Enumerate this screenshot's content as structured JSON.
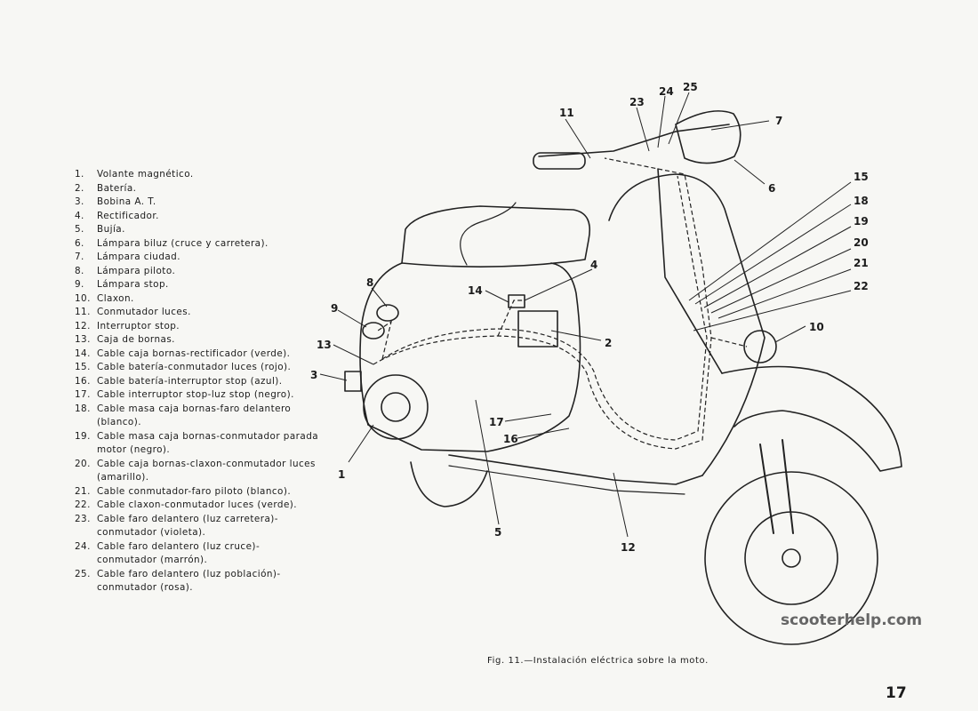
{
  "legend": [
    {
      "num": "1.",
      "text": "Volante magnético."
    },
    {
      "num": "2.",
      "text": "Batería."
    },
    {
      "num": "3.",
      "text": "Bobina A. T."
    },
    {
      "num": "4.",
      "text": "Rectificador."
    },
    {
      "num": "5.",
      "text": "Bujía."
    },
    {
      "num": "6.",
      "text": "Lámpara biluz (cruce y carretera)."
    },
    {
      "num": "7.",
      "text": "Lámpara ciudad."
    },
    {
      "num": "8.",
      "text": "Lámpara piloto."
    },
    {
      "num": "9.",
      "text": "Lámpara stop."
    },
    {
      "num": "10.",
      "text": "Claxon."
    },
    {
      "num": "11.",
      "text": "Conmutador luces."
    },
    {
      "num": "12.",
      "text": "Interruptor stop."
    },
    {
      "num": "13.",
      "text": "Caja de bornas."
    },
    {
      "num": "14.",
      "text": "Cable caja bornas-rectificador (verde)."
    },
    {
      "num": "15.",
      "text": "Cable batería-conmutador luces (rojo)."
    },
    {
      "num": "16.",
      "text": "Cable batería-interruptor stop (azul)."
    },
    {
      "num": "17.",
      "text": "Cable interruptor stop-luz stop (negro)."
    },
    {
      "num": "18.",
      "text": "Cable masa caja bornas-faro delantero (blanco)."
    },
    {
      "num": "19.",
      "text": "Cable masa caja bornas-conmutador parada motor (negro)."
    },
    {
      "num": "20.",
      "text": "Cable caja bornas-claxon-conmutador luces (amarillo)."
    },
    {
      "num": "21.",
      "text": "Cable conmutador-faro piloto (blanco)."
    },
    {
      "num": "22.",
      "text": "Cable claxon-conmutador luces (verde)."
    },
    {
      "num": "23.",
      "text": "Cable faro delantero (luz carretera)-conmutador (violeta)."
    },
    {
      "num": "24.",
      "text": "Cable faro delantero (luz cruce)-conmutador (marrón)."
    },
    {
      "num": "25.",
      "text": "Cable faro delantero (luz población)-conmutador (rosa)."
    }
  ],
  "callouts": [
    "1",
    "2",
    "3",
    "4",
    "5",
    "6",
    "7",
    "8",
    "9",
    "10",
    "11",
    "12",
    "13",
    "14",
    "15",
    "16",
    "17",
    "18",
    "19",
    "20",
    "21",
    "22",
    "23",
    "24",
    "25"
  ],
  "caption": "Fig. 11.—Instalación eléctrica sobre la moto.",
  "page_number": "17",
  "watermark": "scooterhelp.com"
}
